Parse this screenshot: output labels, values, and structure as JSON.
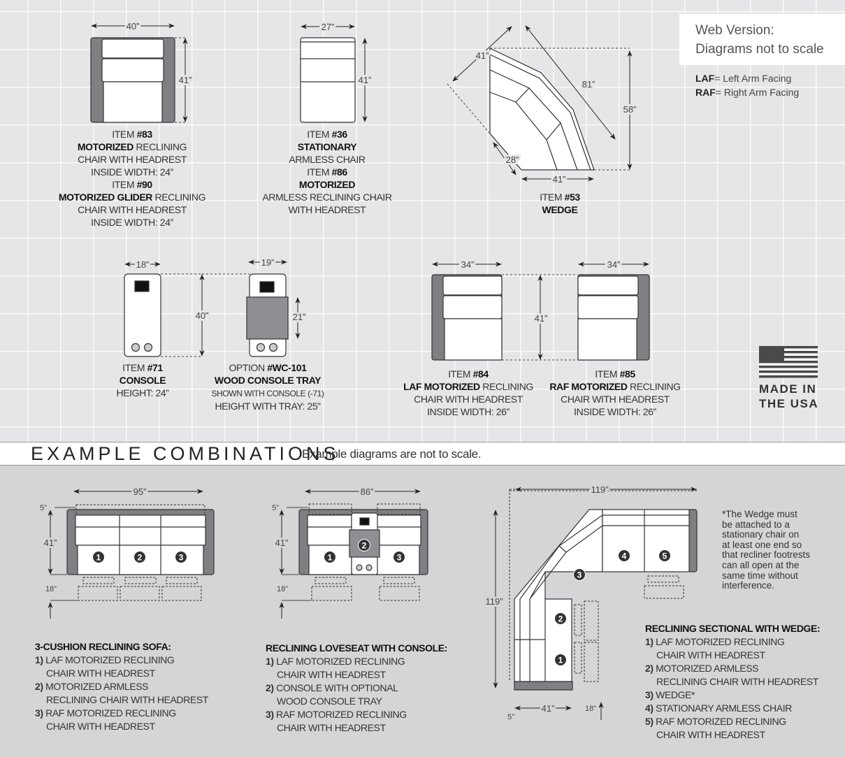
{
  "notice": {
    "line1": "Web Version:",
    "line2": "Diagrams not to scale"
  },
  "legend": [
    {
      "abbr": "LAF",
      "text": "= Left Arm Facing"
    },
    {
      "abbr": "RAF",
      "text": "= Right Arm Facing"
    }
  ],
  "top_items": [
    {
      "name": "item-83-90",
      "lines": [
        {
          "pre": "ITEM ",
          "b": "#83",
          "post": ""
        },
        {
          "pre": "",
          "b": "MOTORIZED",
          "post": " RECLINING"
        },
        {
          "pre": "CHAIR WITH HEADREST",
          "b": "",
          "post": ""
        },
        {
          "pre": "INSIDE WIDTH: 24”",
          "b": "",
          "post": ""
        },
        {
          "pre": "ITEM ",
          "b": "#90",
          "post": ""
        },
        {
          "pre": "",
          "b": "MOTORIZED GLIDER",
          "post": " RECLINING"
        },
        {
          "pre": "CHAIR WITH HEADREST",
          "b": "",
          "post": ""
        },
        {
          "pre": "INSIDE WIDTH: 24”",
          "b": "",
          "post": ""
        }
      ]
    },
    {
      "name": "item-36-86",
      "lines": [
        {
          "pre": "ITEM ",
          "b": "#36",
          "post": ""
        },
        {
          "pre": "",
          "b": "STATIONARY",
          "post": ""
        },
        {
          "pre": "ARMLESS CHAIR",
          "b": "",
          "post": ""
        },
        {
          "pre": "ITEM ",
          "b": "#86",
          "post": ""
        },
        {
          "pre": "",
          "b": "MOTORIZED",
          "post": ""
        },
        {
          "pre": "ARMLESS RECLINING CHAIR",
          "b": "",
          "post": ""
        },
        {
          "pre": "WITH HEADREST",
          "b": "",
          "post": ""
        }
      ]
    },
    {
      "name": "item-53",
      "lines": [
        {
          "pre": "ITEM ",
          "b": "#53",
          "post": ""
        },
        {
          "pre": "",
          "b": "WEDGE",
          "post": ""
        }
      ]
    },
    {
      "name": "item-71",
      "lines": [
        {
          "pre": "ITEM ",
          "b": "#71",
          "post": ""
        },
        {
          "pre": "",
          "b": "CONSOLE",
          "post": ""
        },
        {
          "pre": "HEIGHT: 24”",
          "b": "",
          "post": ""
        }
      ]
    },
    {
      "name": "option-wc-101",
      "lines": [
        {
          "pre": "OPTION ",
          "b": "#WC-101",
          "post": ""
        },
        {
          "pre": "",
          "b": "WOOD CONSOLE TRAY",
          "post": ""
        },
        {
          "pre": "",
          "b": "",
          "post": "",
          "sm": "SHOWN WITH CONSOLE (-71)"
        },
        {
          "pre": "HEIGHT WITH TRAY: 25”",
          "b": "",
          "post": ""
        }
      ]
    },
    {
      "name": "item-84",
      "lines": [
        {
          "pre": "ITEM ",
          "b": "#84",
          "post": ""
        },
        {
          "pre": "",
          "b": "LAF MOTORIZED",
          "post": " RECLINING"
        },
        {
          "pre": "CHAIR WITH HEADREST",
          "b": "",
          "post": ""
        },
        {
          "pre": "INSIDE WIDTH: 26”",
          "b": "",
          "post": ""
        }
      ]
    },
    {
      "name": "item-85",
      "lines": [
        {
          "pre": "ITEM ",
          "b": "#85",
          "post": ""
        },
        {
          "pre": "",
          "b": "RAF MOTORIZED",
          "post": " RECLINING"
        },
        {
          "pre": "CHAIR WITH HEADREST",
          "b": "",
          "post": ""
        },
        {
          "pre": "INSIDE WIDTH: 26”",
          "b": "",
          "post": ""
        }
      ]
    }
  ],
  "dims": {
    "d40": "40”",
    "d41a": "41”",
    "d27": "27”",
    "d41b": "41”",
    "w41a": "41”",
    "w81": "81”",
    "w58": "58”",
    "w28": "28”",
    "w41b": "41”",
    "d18": "18”",
    "d40c": "40”",
    "d19": "19”",
    "d21": "21”",
    "d34a": "34”",
    "d41c": "41”",
    "d34b": "34”",
    "s95": "95”",
    "s5": "5”",
    "s41": "41”",
    "s18": "18”",
    "l86": "86”",
    "l5": "5”",
    "l41": "41”",
    "l18": "18”",
    "x119w": "119”",
    "x119h": "119”",
    "x5": "5”",
    "x41": "41”",
    "x18": "18”"
  },
  "made_in": {
    "line1": "MADE IN",
    "line2": "THE USA"
  },
  "section": {
    "title": "EXAMPLE COMBINATIONS",
    "subtitle": "Example diagrams are not to scale."
  },
  "combos": [
    {
      "title": "3-CUSHION RECLINING SOFA:",
      "items": [
        {
          "n": "1)",
          "lines": [
            "LAF MOTORIZED RECLINING",
            "CHAIR WITH HEADREST"
          ]
        },
        {
          "n": "2)",
          "lines": [
            "MOTORIZED ARMLESS",
            "RECLINING CHAIR WITH HEADREST"
          ]
        },
        {
          "n": "3)",
          "lines": [
            "RAF MOTORIZED RECLINING",
            "CHAIR WITH HEADREST"
          ]
        }
      ]
    },
    {
      "title": "RECLINING LOVESEAT WITH CONSOLE:",
      "items": [
        {
          "n": "1)",
          "lines": [
            "LAF MOTORIZED RECLINING",
            "CHAIR WITH HEADREST"
          ]
        },
        {
          "n": "2)",
          "lines": [
            "CONSOLE WITH OPTIONAL",
            "WOOD CONSOLE TRAY"
          ]
        },
        {
          "n": "3)",
          "lines": [
            "RAF MOTORIZED RECLINING",
            "CHAIR WITH HEADREST"
          ]
        }
      ]
    },
    {
      "title": "RECLINING SECTIONAL WITH WEDGE:",
      "items": [
        {
          "n": "1)",
          "lines": [
            "LAF MOTORIZED RECLINING",
            "CHAIR WITH HEADREST"
          ]
        },
        {
          "n": "2)",
          "lines": [
            "MOTORIZED ARMLESS",
            "RECLINING CHAIR WITH HEADREST"
          ]
        },
        {
          "n": "3)",
          "lines": [
            "WEDGE*"
          ]
        },
        {
          "n": "4)",
          "lines": [
            "STATIONARY ARMLESS CHAIR"
          ]
        },
        {
          "n": "5)",
          "lines": [
            "RAF MOTORIZED RECLINING",
            "CHAIR WITH HEADREST"
          ]
        }
      ]
    }
  ],
  "seat_numbers": [
    "1",
    "2",
    "3",
    "4",
    "5"
  ],
  "wedge_note": [
    "*The Wedge must",
    "be attached to a",
    "stationary chair on",
    "at least one end so",
    "that recliner footrests",
    "can all open at the",
    "same time without",
    "interference."
  ],
  "colors": {
    "arm": "#7f8083",
    "tray": "#8e8f92",
    "top_bg": "#e6e6e8",
    "bottom_bg": "#d4d5d7"
  }
}
